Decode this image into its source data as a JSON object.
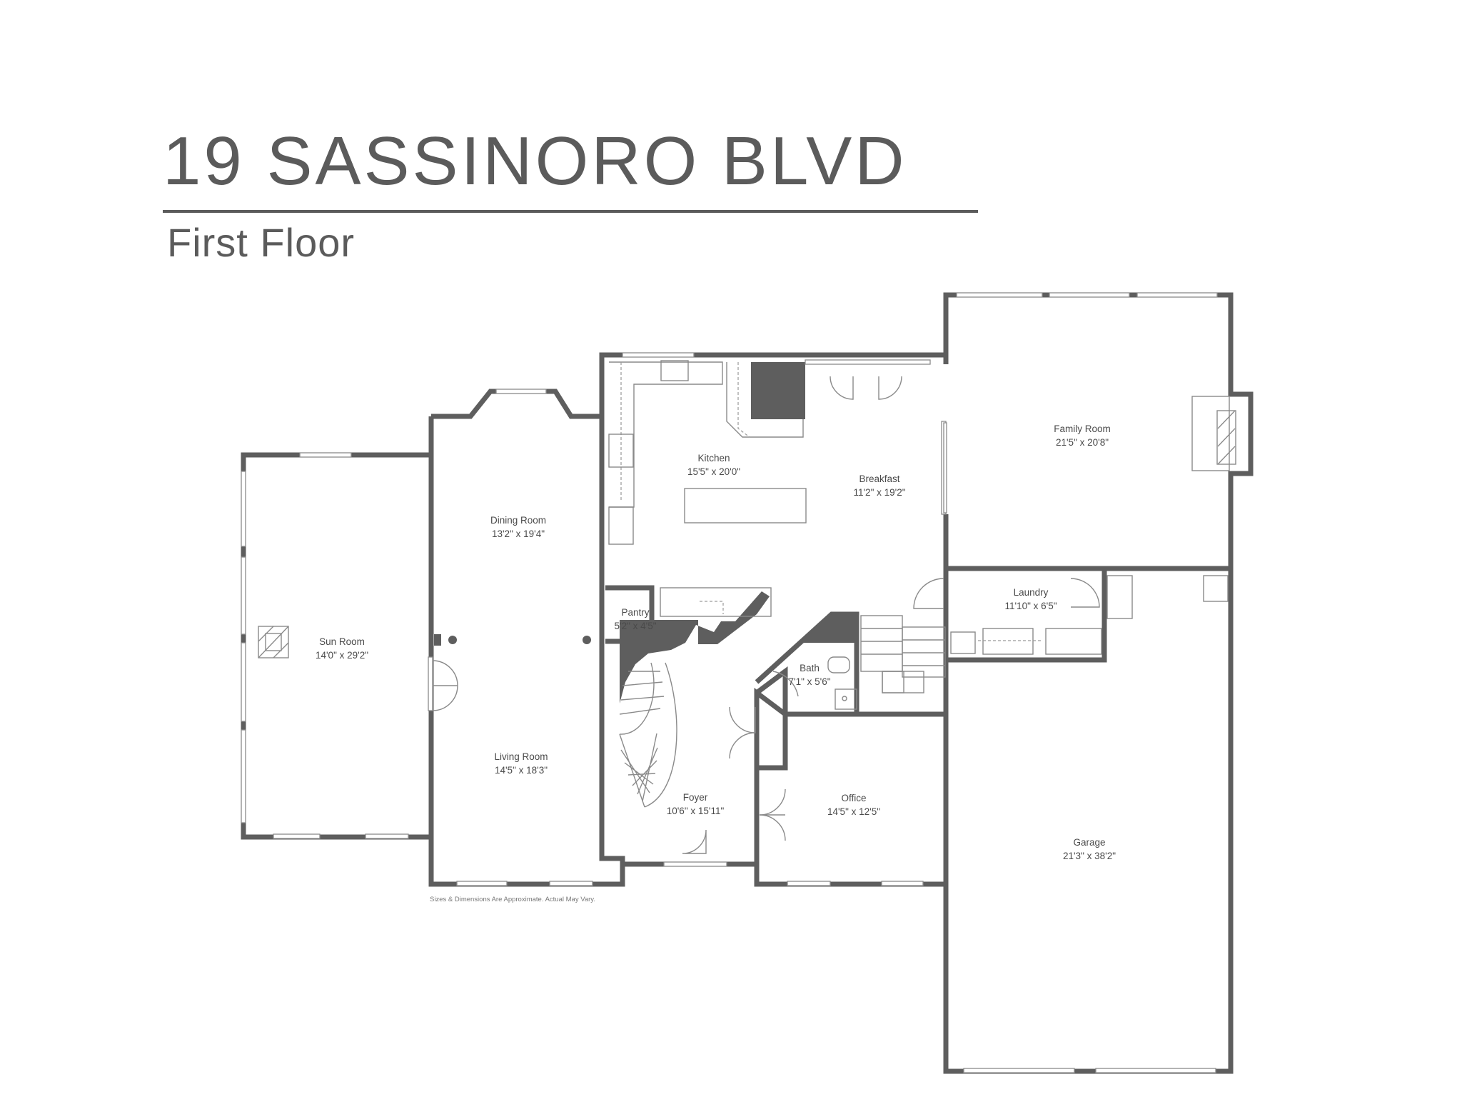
{
  "header": {
    "address": "19 SASSINORO BLVD",
    "floor": "First Floor"
  },
  "note": "Sizes & Dimensions Are Approximate. Actual May Vary.",
  "rooms": [
    {
      "id": "sun-room",
      "name": "Sun Room",
      "dims": "14'0\" x 29'2\""
    },
    {
      "id": "dining-room",
      "name": "Dining Room",
      "dims": "13'2\" x 19'4\""
    },
    {
      "id": "living-room",
      "name": "Living Room",
      "dims": "14'5\" x 18'3\""
    },
    {
      "id": "kitchen",
      "name": "Kitchen",
      "dims": "15'5\" x 20'0\""
    },
    {
      "id": "breakfast",
      "name": "Breakfast",
      "dims": "11'2\" x 19'2\""
    },
    {
      "id": "family-room",
      "name": "Family Room",
      "dims": "21'5\" x 20'8\""
    },
    {
      "id": "pantry",
      "name": "Pantry",
      "dims": "5'2\" x 4'5\""
    },
    {
      "id": "bath",
      "name": "Bath",
      "dims": "7'1\" x 5'6\""
    },
    {
      "id": "laundry",
      "name": "Laundry",
      "dims": "11'10\" x 6'5\""
    },
    {
      "id": "foyer",
      "name": "Foyer",
      "dims": "10'6\" x 15'11\""
    },
    {
      "id": "office",
      "name": "Office",
      "dims": "14'5\" x 12'5\""
    },
    {
      "id": "garage",
      "name": "Garage",
      "dims": "21'3\" x 38'2\""
    }
  ],
  "colors": {
    "wall": "#5e5e5e",
    "text": "#5b5b5b",
    "background": "#ffffff"
  }
}
